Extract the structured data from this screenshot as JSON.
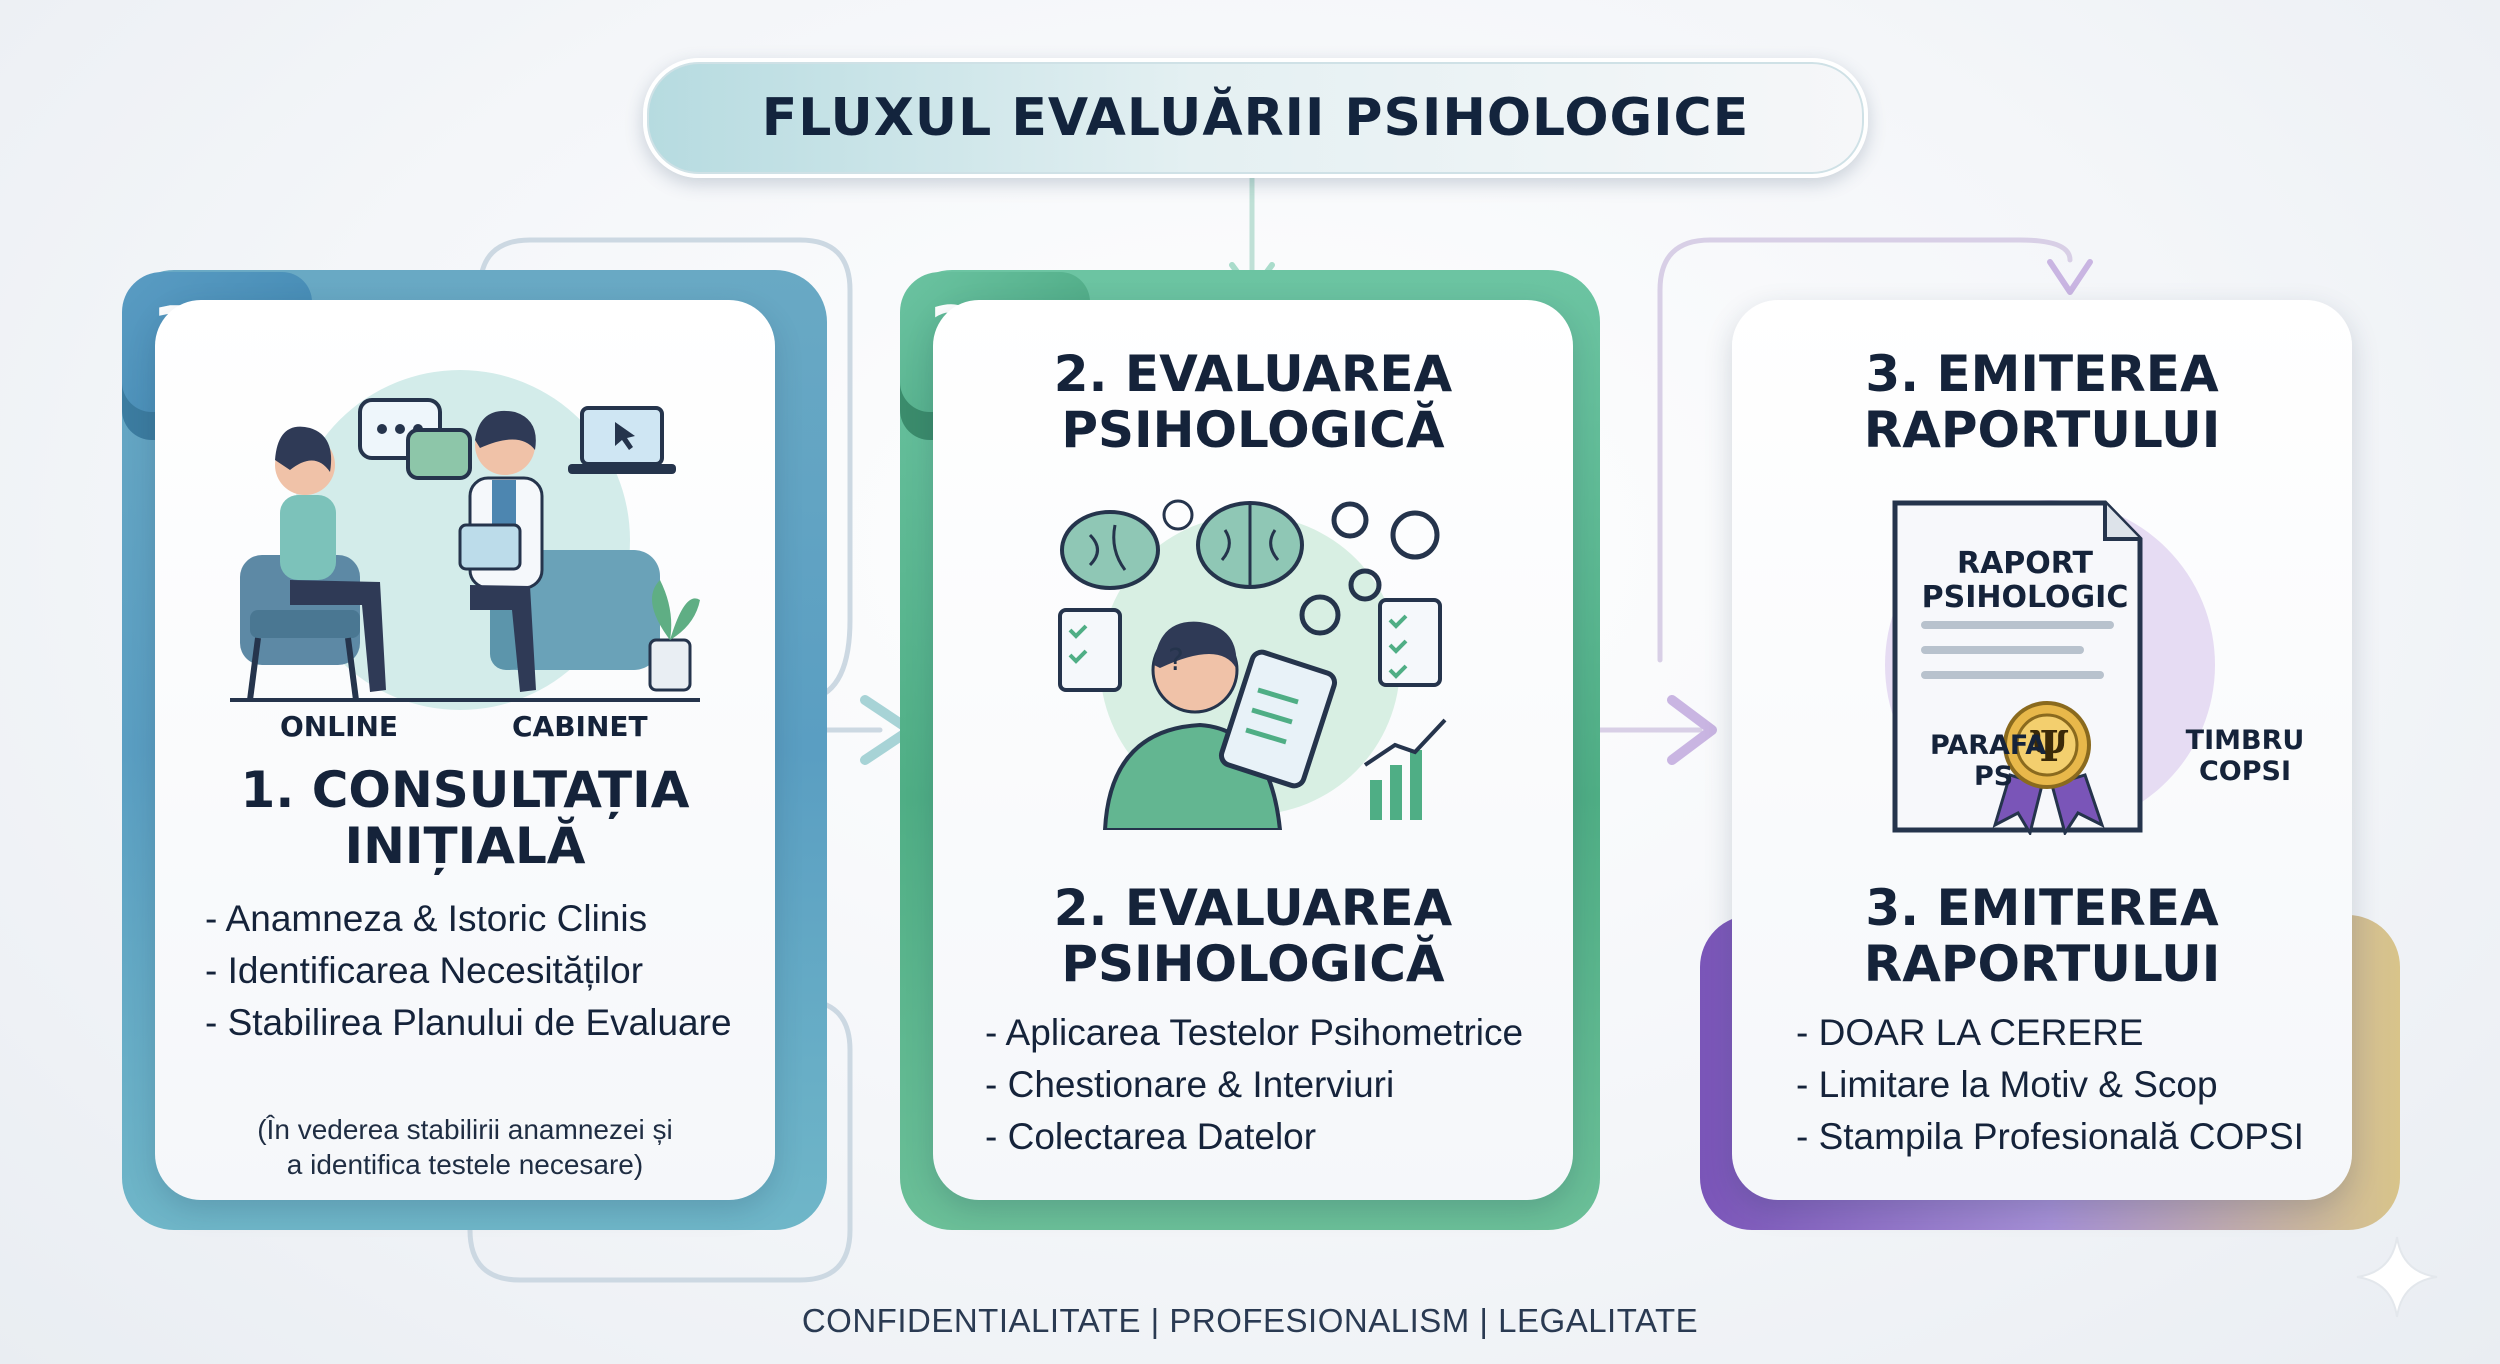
{
  "title": "FLUXUL EVALUĂRII PSIHOLOGICE",
  "steps": [
    {
      "number": "1.",
      "heading_lines": [
        "1. CONSULTAȚIA",
        "INIȚIALĂ"
      ],
      "illustration_labels": [
        "ONLINE",
        "CABINET"
      ],
      "bullets": [
        "- Anamneza & Istoric Clinis",
        "- Identificarea Necesităților",
        "- Stabilirea Planului de Evaluare"
      ],
      "note_lines": [
        "(În vederea stabilirii anamnezei și",
        "a identifica testele necesare)"
      ],
      "accent": "#4b8fb8"
    },
    {
      "number": "2.",
      "top_heading_lines": [
        "2. EVALUAREA",
        "PSIHOLOGICĂ"
      ],
      "heading_lines": [
        "2. EVALUAREA",
        "PSIHOLOGICĂ"
      ],
      "bullets": [
        "- Aplicarea Testelor Psihometrice",
        "- Chestionare & Interviuri",
        "- Colectarea Datelor"
      ],
      "accent": "#4fae85"
    },
    {
      "top_heading_lines": [
        "3. EMITEREA",
        "RAPORTULUI"
      ],
      "heading_lines": [
        "3. EMITEREA",
        "RAPORTULUI"
      ],
      "document": {
        "title_lines": [
          "RAPORT",
          "PSIHOLOGIC"
        ],
        "left_stamp_lines": [
          "PARAFA",
          "PS"
        ],
        "right_stamp_lines": [
          "TIMBRU",
          "COPSI"
        ],
        "seal_symbol": "Ψ"
      },
      "bullets": [
        "- DOAR LA CERERE",
        "- Limitare la Motiv & Scop",
        "- Stampila Profesională COPSI"
      ],
      "accent": "#7a55b8"
    }
  ],
  "footer": "CONFIDENTIALITATE | PROFESIONALISM | LEGALITATE"
}
